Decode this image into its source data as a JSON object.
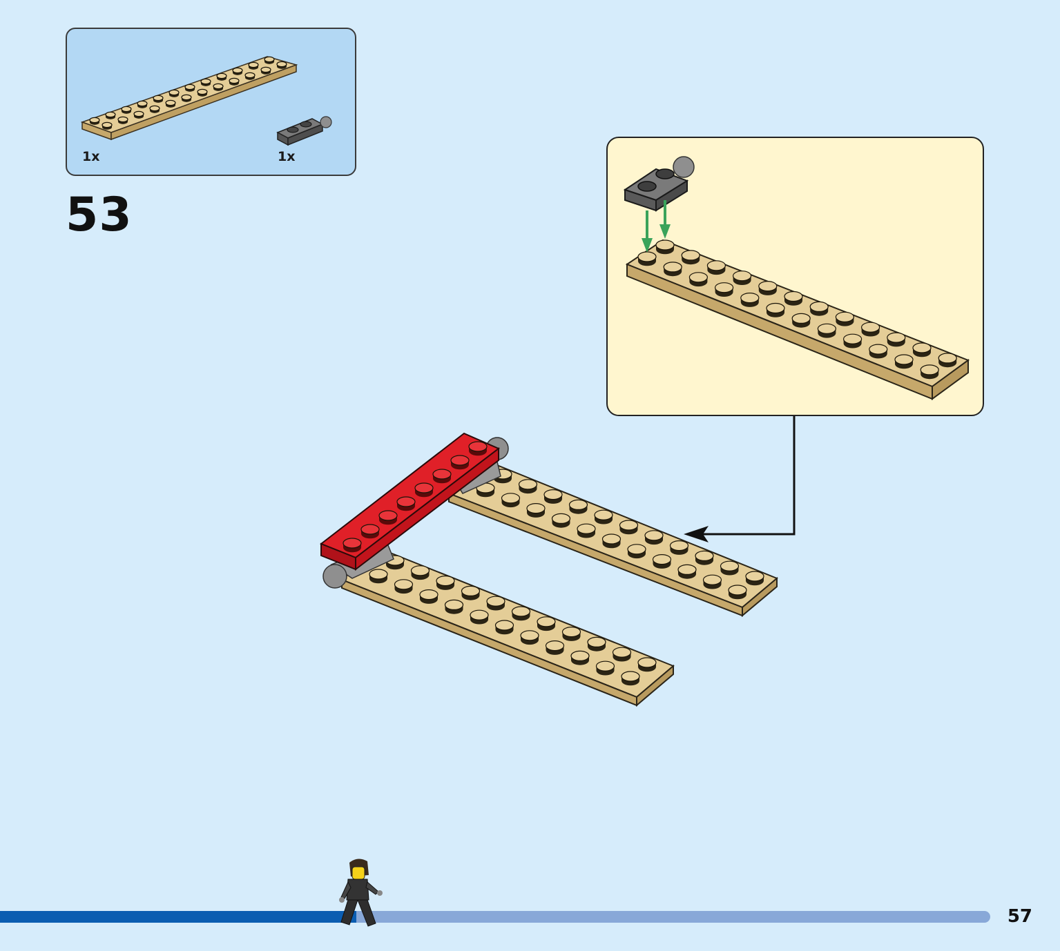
{
  "parts_list": {
    "items": [
      {
        "name": "tan-plate-2x12",
        "quantity": "1x",
        "color": "#d9c08a"
      },
      {
        "name": "dark-gray-plate-1x2-with-ball",
        "quantity": "1x",
        "color": "#6b6b6b"
      }
    ]
  },
  "step": {
    "number": "53"
  },
  "callout": {
    "arrow_color": "#3aa35a"
  },
  "colors": {
    "background": "#d6ecfb",
    "tan": "#d9c08a",
    "red": "#d8141b",
    "dark_gray": "#6b6b6b",
    "light_gray": "#9a9a9a",
    "progress_done": "#0b5db1",
    "progress_remaining": "#88a8d8"
  },
  "progress": {
    "fraction": 0.36
  },
  "page": {
    "number": "57"
  }
}
